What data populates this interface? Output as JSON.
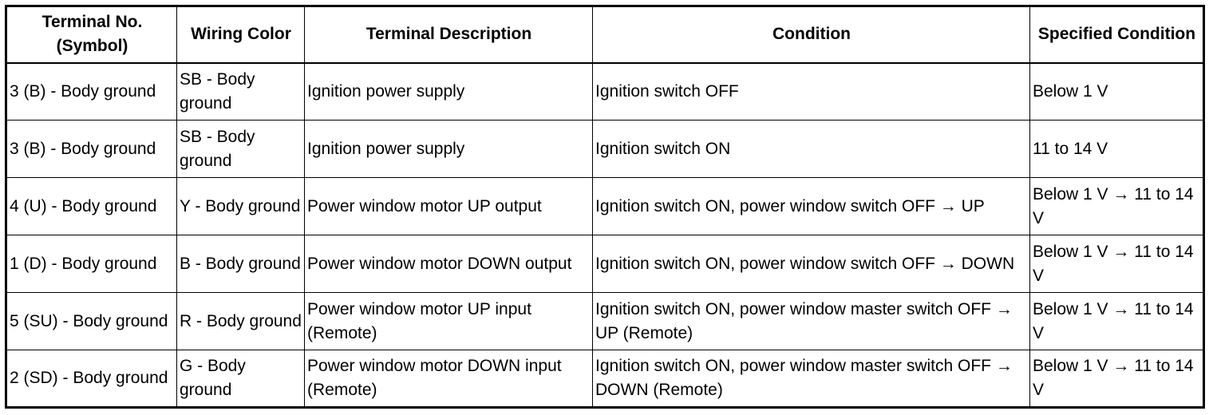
{
  "table": {
    "headers": [
      "Terminal No. (Symbol)",
      "Wiring Color",
      "Terminal Description",
      "Condition",
      "Specified Condition"
    ],
    "rows": [
      [
        "3 (B) - Body ground",
        "SB - Body ground",
        "Ignition power supply",
        "Ignition switch OFF",
        "Below 1 V"
      ],
      [
        "3 (B) - Body ground",
        "SB - Body ground",
        "Ignition power supply",
        "Ignition switch ON",
        "11 to 14 V"
      ],
      [
        "4 (U) - Body ground",
        "Y - Body ground",
        "Power window motor UP output",
        "Ignition switch ON, power window switch OFF → UP",
        "Below 1 V → 11 to 14 V"
      ],
      [
        "1 (D) - Body ground",
        "B - Body ground",
        "Power window motor DOWN output",
        "Ignition switch ON, power window switch OFF → DOWN",
        "Below 1 V → 11 to 14 V"
      ],
      [
        "5 (SU) - Body ground",
        "R - Body ground",
        "Power window motor UP input (Remote)",
        "Ignition switch ON, power window master switch OFF → UP (Remote)",
        "Below 1 V → 11 to 14 V"
      ],
      [
        "2 (SD) - Body ground",
        "G - Body ground",
        "Power window motor DOWN input (Remote)",
        "Ignition switch ON, power window master switch OFF → DOWN (Remote)",
        "Below 1 V → 11 to 14 V"
      ]
    ]
  }
}
